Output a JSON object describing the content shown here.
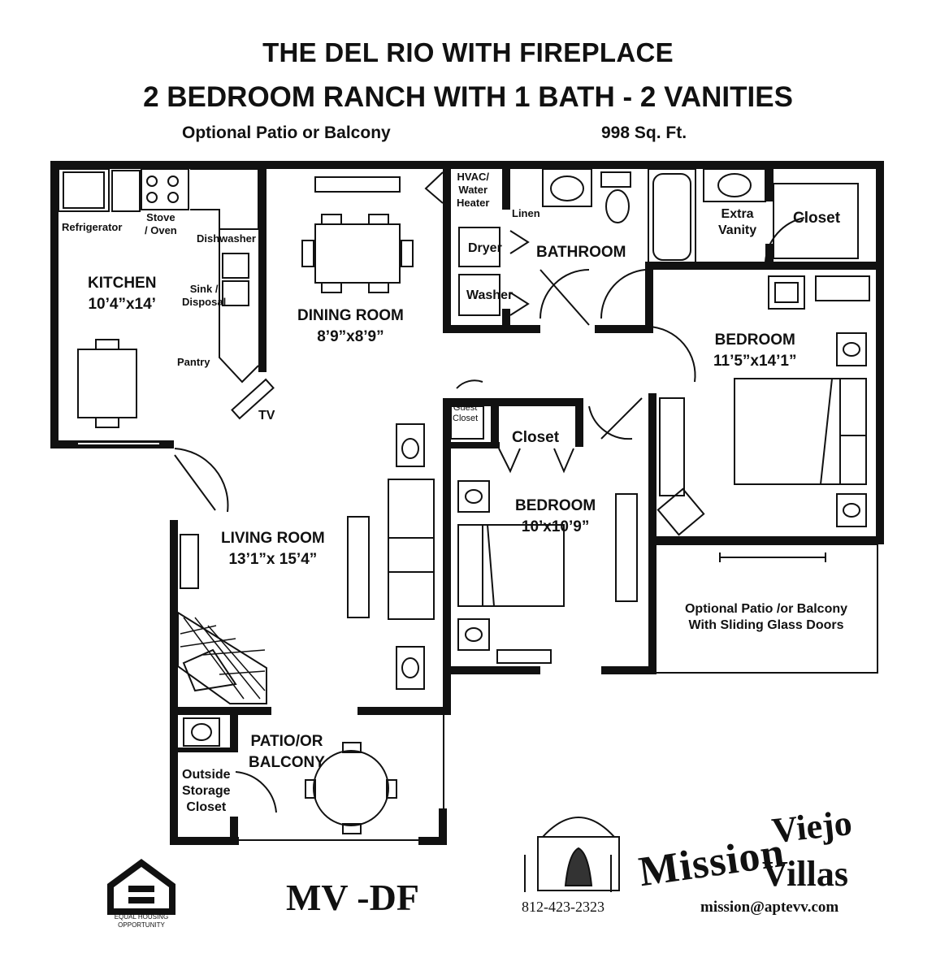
{
  "header": {
    "title": "THE DEL RIO WITH FIREPLACE",
    "subtitle": "2 BEDROOM RANCH WITH 1 BATH - 2 VANITIES",
    "option_note": "Optional Patio or Balcony",
    "area": "998 Sq. Ft."
  },
  "rooms": {
    "kitchen": {
      "name": "KITCHEN",
      "size": "10’4”x14’"
    },
    "dining": {
      "name": "DINING ROOM",
      "size": "8’9”x8’9”"
    },
    "bathroom": {
      "name": "BATHROOM"
    },
    "master_bedroom": {
      "name": "BEDROOM",
      "size": "11’5”x14’1”"
    },
    "bedroom2": {
      "name": "BEDROOM",
      "size": "10’x10’9”"
    },
    "living": {
      "name": "LIVING ROOM",
      "size": "13’1”x 15’4”"
    },
    "patio": {
      "line1": "PATIO/OR",
      "line2": "BALCONY"
    },
    "storage": {
      "line1": "Outside",
      "line2": "Storage",
      "line3": "Closet"
    },
    "closet_master": "Closet",
    "closet_bed2": "Closet",
    "optional_patio": {
      "line1": "Optional Patio /or Balcony",
      "line2": "With Sliding Glass Doors"
    }
  },
  "fixtures": {
    "refrigerator": "Refrigerator",
    "stove_line1": "Stove",
    "stove_line2": "/ Oven",
    "dishwasher": "Dishwasher",
    "sink_line1": "Sink /",
    "sink_line2": "Disposal",
    "pantry": "Pantry",
    "tv": "TV",
    "hvac_line1": "HVAC/",
    "hvac_line2": "Water",
    "hvac_line3": "Heater",
    "linen": "Linen",
    "dryer": "Dryer",
    "washer": "Washer",
    "extra_vanity_line1": "Extra",
    "extra_vanity_line2": "Vanity",
    "guest_closet_line1": "Guest",
    "guest_closet_line2": "Closet"
  },
  "footer": {
    "plan_code": "MV -DF",
    "phone": "812-423-2323",
    "email": "mission@aptevv.com",
    "brand_word1": "Mission",
    "brand_word2": "Viejo",
    "brand_word3": "Villas",
    "equal_housing_line1": "EQUAL HOUSING",
    "equal_housing_line2": "OPPORTUNITY"
  },
  "colors": {
    "wall": "#111111",
    "background": "#ffffff"
  }
}
